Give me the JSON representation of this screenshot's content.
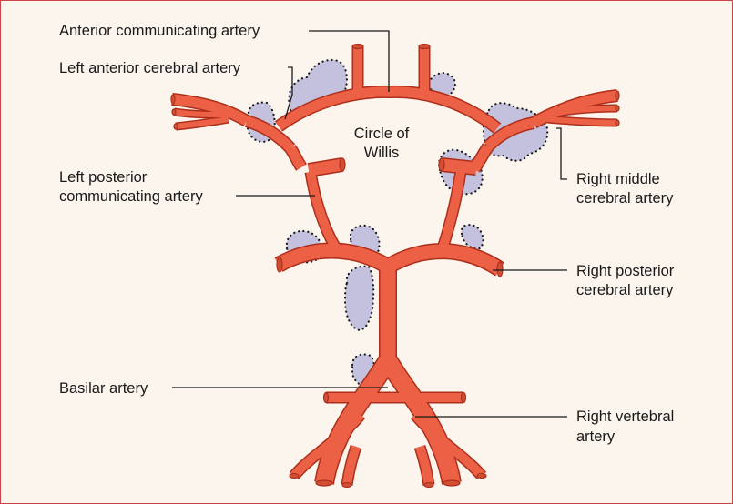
{
  "labels": {
    "anterior_communicating": "Anterior communicating artery",
    "left_anterior_cerebral": "Left anterior cerebral artery",
    "circle_of_willis_line1": "Circle of",
    "circle_of_willis_line2": "Willis",
    "left_posterior_communicating_line1": "Left posterior",
    "left_posterior_communicating_line2": "communicating artery",
    "right_middle_cerebral_line1": "Right middle",
    "right_middle_cerebral_line2": "cerebral artery",
    "right_posterior_cerebral_line1": "Right posterior",
    "right_posterior_cerebral_line2": "cerebral artery",
    "basilar": "Basilar artery",
    "right_vertebral_line1": "Right vertebral",
    "right_vertebral_line2": "artery"
  },
  "colors": {
    "frame_border": "#c9454a",
    "background": "#fbf5ee",
    "artery_fill": "#ec6145",
    "artery_outline": "#ad2f1b",
    "aneurysm_fill": "#c3c1de",
    "text": "#1a1a1a"
  }
}
